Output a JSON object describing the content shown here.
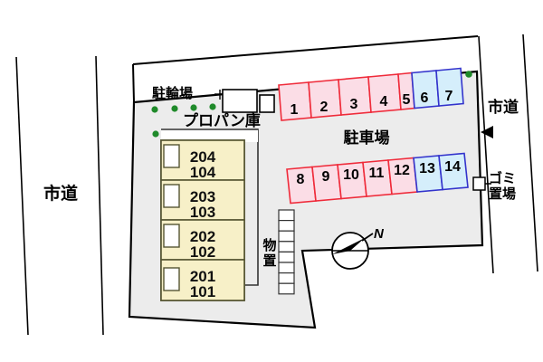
{
  "plan": {
    "type": "property-site-plan",
    "roads": {
      "left_road_label": "市道",
      "right_road_label": "市道",
      "right_road_direction_icon": "left-triangle-arrow-icon"
    },
    "site_labels": {
      "bicycle_parking": "駐輪場",
      "propane_storage": "プロパン庫",
      "parking_lot": "駐車場",
      "garbage_area": "ゴミ\n置場",
      "garbage_area_line1": "ゴミ",
      "garbage_area_line2": "置場",
      "storage_shed": "物置",
      "storage_shed_char1": "物",
      "storage_shed_char2": "置"
    },
    "compass": {
      "north_label": "N"
    },
    "colors": {
      "site_fill": "#ececec",
      "site_stroke": "#000000",
      "stall_pink_fill": "#fbdde6",
      "stall_pink_stroke": "#ef2b3a",
      "stall_blue_fill": "#d5eefb",
      "stall_blue_stroke": "#3333cc",
      "building_fill": "#f7f0c8",
      "building_stroke": "#555533",
      "green_dot": "#1f8a2a",
      "white": "#ffffff",
      "text": "#000000"
    },
    "parking": {
      "upper_row_name": "upper-parking-row",
      "lower_row_name": "lower-parking-row",
      "stalls_upper": [
        {
          "number": "1",
          "color": "pink"
        },
        {
          "number": "2",
          "color": "pink"
        },
        {
          "number": "3",
          "color": "pink"
        },
        {
          "number": "4",
          "color": "pink"
        },
        {
          "number": "5",
          "color": "pink"
        },
        {
          "number": "6",
          "color": "blue"
        },
        {
          "number": "7",
          "color": "blue"
        }
      ],
      "stalls_lower": [
        {
          "number": "8",
          "color": "pink"
        },
        {
          "number": "9",
          "color": "pink"
        },
        {
          "number": "10",
          "color": "pink"
        },
        {
          "number": "11",
          "color": "pink"
        },
        {
          "number": "12",
          "color": "pink"
        },
        {
          "number": "13",
          "color": "blue"
        },
        {
          "number": "14",
          "color": "blue"
        }
      ]
    },
    "building": {
      "name": "apartment-building",
      "units": [
        {
          "upper": "204",
          "lower": "104"
        },
        {
          "upper": "203",
          "lower": "103"
        },
        {
          "upper": "202",
          "lower": "102"
        },
        {
          "upper": "201",
          "lower": "101"
        }
      ]
    },
    "bicycle_dots": {
      "row1_count": 4,
      "row2_count": 2
    },
    "stairs": {
      "step_count": 8
    }
  }
}
